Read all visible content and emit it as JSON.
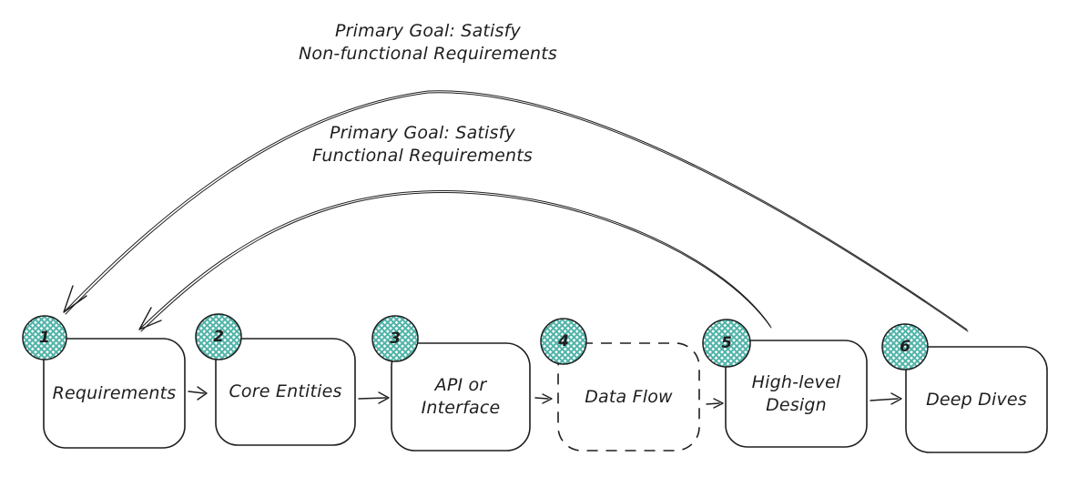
{
  "diagram": {
    "annotations": [
      {
        "id": "nonfunctional-goal",
        "line1": "Primary Goal: Satisfy",
        "line2": "Non-functional Requirements"
      },
      {
        "id": "functional-goal",
        "line1": "Primary Goal: Satisfy",
        "line2": "Functional Requirements"
      }
    ],
    "steps": [
      {
        "number": "1",
        "label": "Requirements",
        "label2": "",
        "box_style": "solid"
      },
      {
        "number": "2",
        "label": "Core Entities",
        "label2": "",
        "box_style": "solid"
      },
      {
        "number": "3",
        "label": "API or",
        "label2": "Interface",
        "box_style": "solid"
      },
      {
        "number": "4",
        "label": "Data Flow",
        "label2": "",
        "box_style": "dashed"
      },
      {
        "number": "5",
        "label": "High-level",
        "label2": "Design",
        "box_style": "solid"
      },
      {
        "number": "6",
        "label": "Deep Dives",
        "label2": "",
        "box_style": "solid"
      }
    ],
    "colors": {
      "stroke": "#1e1e1e",
      "badge_hatch": "#4fb3a8",
      "badge_background": "#ffffff",
      "canvas_background": "#ffffff"
    }
  }
}
